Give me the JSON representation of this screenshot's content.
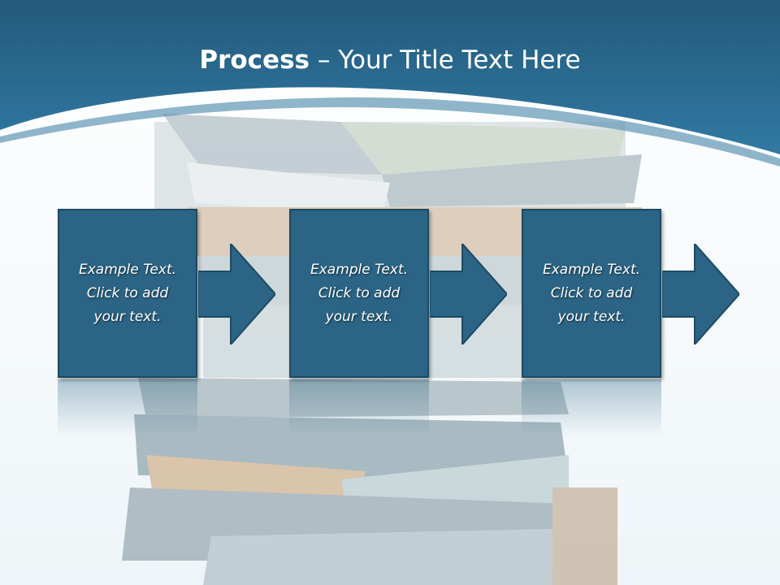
{
  "slide": {
    "title_bold": "Process",
    "title_rest": " – Your Title Text Here"
  },
  "steps": [
    {
      "line1": "Example Text.",
      "line2": "Click  to add",
      "line3": "your text."
    },
    {
      "line1": "Example Text.",
      "line2": "Click  to add",
      "line3": "your text."
    },
    {
      "line1": "Example Text.",
      "line2": "Click  to add",
      "line3": "your text."
    }
  ],
  "colors": {
    "header": "#2a6a90",
    "box": "#2b6484",
    "box_border": "#1d4a64",
    "background": "#eef5f8"
  }
}
